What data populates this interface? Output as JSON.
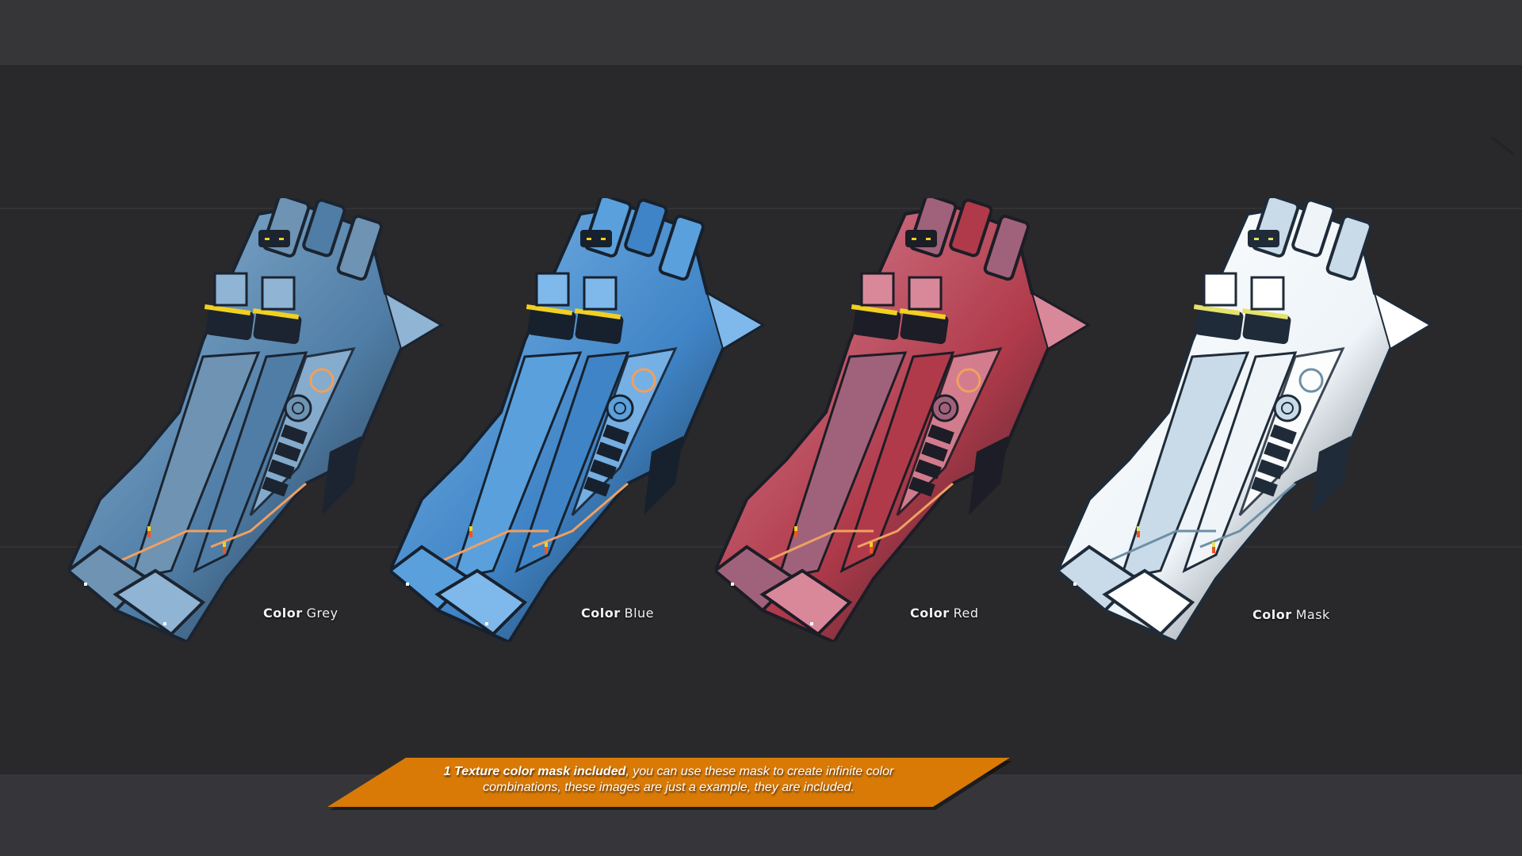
{
  "background": {
    "top_band_color": "#363638",
    "middle_band_color": "#29292b",
    "bottom_band_color": "#363539",
    "line_color": "#333336"
  },
  "ships": [
    {
      "id": "grey",
      "label_key": "Color",
      "label_value": "Grey",
      "colors": {
        "hull": "#4f7da6",
        "hull_light": "#8fb4d4",
        "panel": "#6e93b3",
        "dark": "#1b2430",
        "accent": "#f0a060",
        "highlight": "#f2d021"
      }
    },
    {
      "id": "blue",
      "label_key": "Color",
      "label_value": "Blue",
      "colors": {
        "hull": "#3f84c6",
        "hull_light": "#7fb8ea",
        "panel": "#5aa0dc",
        "dark": "#17212e",
        "accent": "#f0a060",
        "highlight": "#f2d021"
      }
    },
    {
      "id": "red",
      "label_key": "Color",
      "label_value": "Red",
      "colors": {
        "hull": "#b03a4a",
        "hull_light": "#d9889a",
        "panel": "#a0627a",
        "dark": "#1c1d26",
        "accent": "#f0a060",
        "highlight": "#f2d021"
      }
    },
    {
      "id": "mask",
      "label_key": "Color",
      "label_value": "Mask",
      "colors": {
        "hull": "#eef4f8",
        "hull_light": "#ffffff",
        "panel": "#c9dbe8",
        "dark": "#1f2b38",
        "accent": "#6e8fa8",
        "highlight": "#e6e36a"
      }
    }
  ],
  "banner": {
    "bold_text": "1 Texture color mask included",
    "line1_rest": ", you can use these mask to create infinite color",
    "line2": "combinations, these images are just a example, they are included.",
    "color": "#d97a06"
  }
}
